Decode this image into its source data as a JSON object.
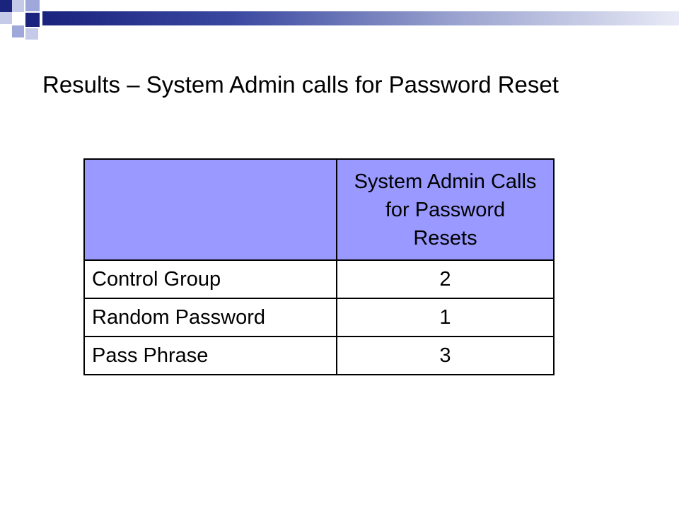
{
  "slide": {
    "title": "Results – System Admin calls for Password Reset",
    "accent_color": "#1a237e",
    "header_color": "#9999ff"
  },
  "table": {
    "header": [
      "",
      "System Admin Calls for Password Resets"
    ],
    "rows": [
      {
        "label": "Control Group",
        "value": "2"
      },
      {
        "label": "Random Password",
        "value": "1"
      },
      {
        "label": "Pass Phrase",
        "value": "3"
      }
    ]
  }
}
